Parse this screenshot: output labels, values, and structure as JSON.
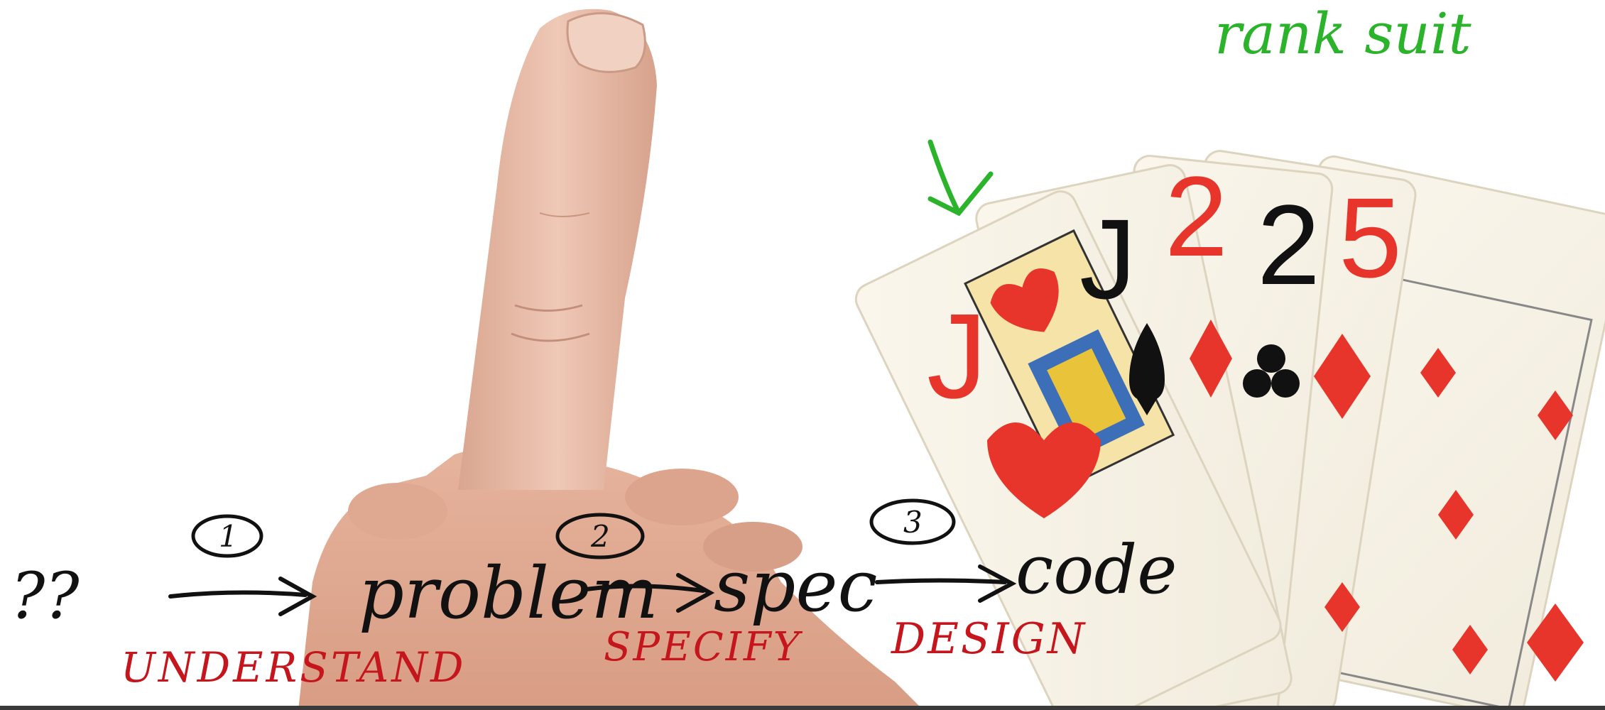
{
  "annotations": {
    "top_right_note": "rank suit",
    "step1_number": "1",
    "step2_number": "2",
    "step3_number": "3",
    "start_token": "??",
    "problem_word": "problem",
    "spec_word": "spec",
    "code_word": "code",
    "understand_label": "UNDERSTAND",
    "specify_label": "SPECIFY",
    "design_label": "DESIGN"
  },
  "cards": [
    {
      "rank": "J",
      "suit": "hearts",
      "color": "#e8352b"
    },
    {
      "rank": "J",
      "suit": "spades",
      "color": "#111111"
    },
    {
      "rank": "2",
      "suit": "diamonds",
      "color": "#e8352b"
    },
    {
      "rank": "2",
      "suit": "clubs",
      "color": "#111111"
    },
    {
      "rank": "5",
      "suit": "diamonds",
      "color": "#e8352b"
    }
  ],
  "colors": {
    "ink_black": "#111111",
    "ink_red": "#c4161c",
    "ink_green": "#2bb32b",
    "card_red": "#e8352b",
    "skin": "#e7b9a4"
  }
}
